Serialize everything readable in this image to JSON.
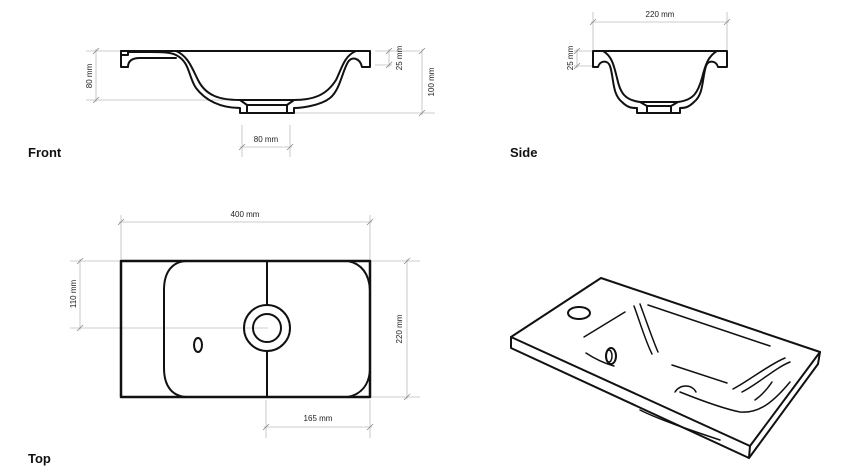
{
  "views": {
    "front": {
      "label": "Front",
      "dims": {
        "height_inner": "80 mm",
        "rim_thickness": "25 mm",
        "total_height": "100 mm",
        "drain_width": "80 mm"
      }
    },
    "side": {
      "label": "Side",
      "dims": {
        "width": "220 mm",
        "rim_thickness": "25 mm"
      }
    },
    "top": {
      "label": "Top",
      "dims": {
        "length": "400 mm",
        "half_depth": "110 mm",
        "depth": "220 mm",
        "drain_offset": "165 mm"
      }
    },
    "perspective": {
      "label": ""
    }
  },
  "colors": {
    "outline": "#111111",
    "dimension_line": "#bdbdbd",
    "background": "#ffffff"
  }
}
